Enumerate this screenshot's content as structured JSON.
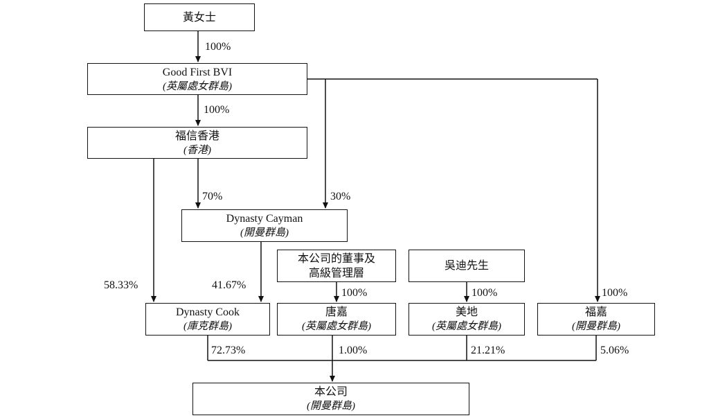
{
  "nodes": {
    "ms_huang": {
      "label": "黃女士"
    },
    "good_first_bvi": {
      "label": "Good First BVI",
      "sub": "(英屬處女群島)"
    },
    "fuxin_hk": {
      "label": "福信香港",
      "sub": "(香港)"
    },
    "dynasty_cayman": {
      "label": "Dynasty Cayman",
      "sub": "(開曼群島)"
    },
    "directors_senior_mgmt": {
      "label": "本公司的董事及",
      "label2": "高級管理層"
    },
    "mr_wu_di": {
      "label": "吳迪先生"
    },
    "dynasty_cook": {
      "label": "Dynasty Cook",
      "sub": "(庫克群島)"
    },
    "tang_jia": {
      "label": "唐嘉",
      "sub": "(英屬處女群島)"
    },
    "mei_di": {
      "label": "美地",
      "sub": "(英屬處女群島)"
    },
    "fu_jia": {
      "label": "福嘉",
      "sub": "(開曼群島)"
    },
    "the_company": {
      "label": "本公司",
      "sub": "(開曼群島)"
    }
  },
  "edges": {
    "huang_to_good_first": "100%",
    "good_first_to_fuxin": "100%",
    "fuxin_to_cayman": "70%",
    "good_first_to_cayman": "30%",
    "fuxin_to_cook": "58.33%",
    "cayman_to_cook": "41.67%",
    "directors_to_tangjia": "100%",
    "wudi_to_meidi": "100%",
    "good_first_to_fujia": "100%",
    "cook_to_company": "72.73%",
    "tangjia_to_company": "1.00%",
    "meidi_to_company": "21.21%",
    "fujia_to_company": "5.06%"
  }
}
